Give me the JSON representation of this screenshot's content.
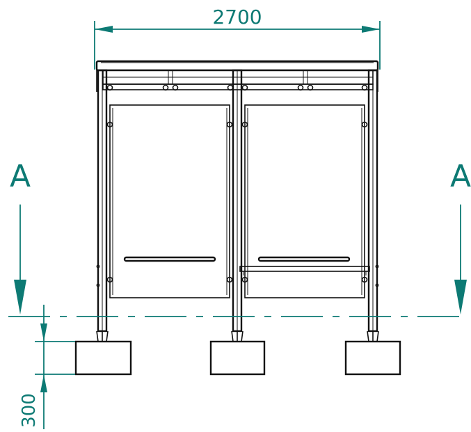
{
  "dimensions": {
    "width_label": "2700",
    "height_label": "300"
  },
  "section": {
    "left_label": "A",
    "right_label": "A"
  },
  "colors": {
    "annotation": "#0d7a74",
    "linework": "#111111",
    "background": "#ffffff"
  }
}
